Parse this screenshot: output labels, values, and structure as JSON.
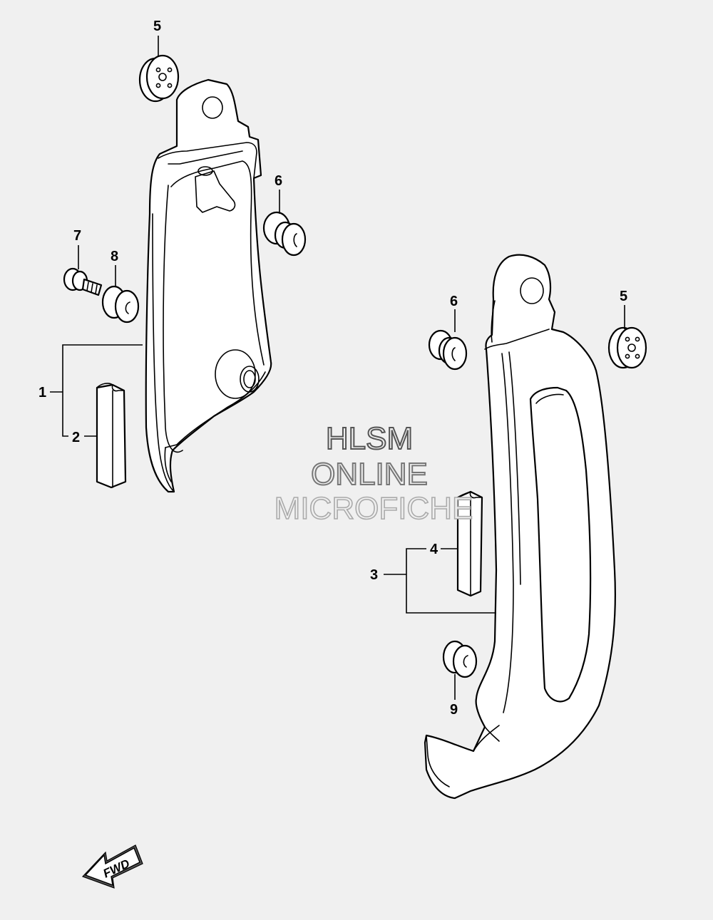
{
  "callouts": {
    "c1": "1",
    "c2": "2",
    "c3": "3",
    "c4": "4",
    "c5a": "5",
    "c5b": "5",
    "c6a": "6",
    "c6b": "6",
    "c7": "7",
    "c8": "8",
    "c9": "9"
  },
  "watermark": {
    "line1": "HLSM",
    "line2": "ONLINE",
    "line3": "MICROFICHE"
  },
  "fwd_label": "FWD",
  "colors": {
    "background": "#f0f0f0",
    "line": "#000000",
    "part_fill": "#ffffff",
    "watermark_line1": "#555555",
    "watermark_line2": "#777777",
    "watermark_line3": "#aaaaaa"
  }
}
